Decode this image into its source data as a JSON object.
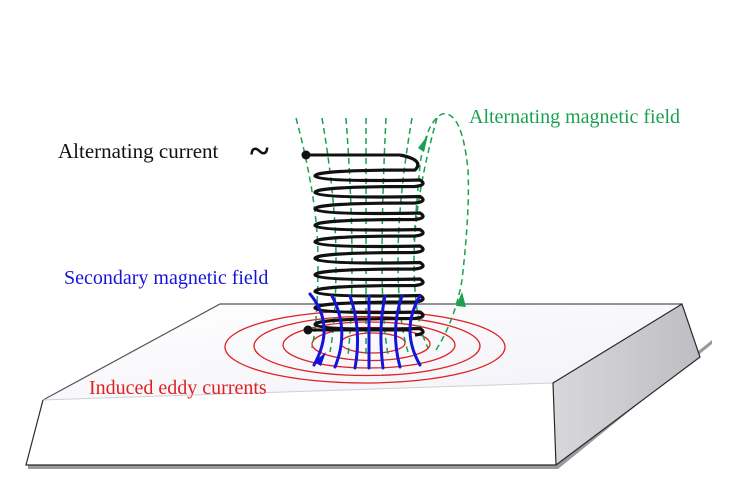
{
  "labels": {
    "alternating_current": "Alternating current",
    "ac_symbol": "~",
    "alternating_magnetic_field": "Alternating magnetic field",
    "secondary_magnetic_field": "Secondary magnetic field",
    "induced_eddy_currents": "Induced eddy currents"
  },
  "colors": {
    "coil": "#111111",
    "alternating_field": "#1aa050",
    "secondary_field": "#1515d8",
    "eddy_currents": "#dd2222",
    "plate_top": "#fdfdff",
    "plate_side": "#c9c9cc",
    "plate_edge": "#333333"
  },
  "diagram": {
    "coil_turns": 10,
    "eddy_rings": 5,
    "secondary_field_lines": 8,
    "alternating_field_lines": 7
  }
}
